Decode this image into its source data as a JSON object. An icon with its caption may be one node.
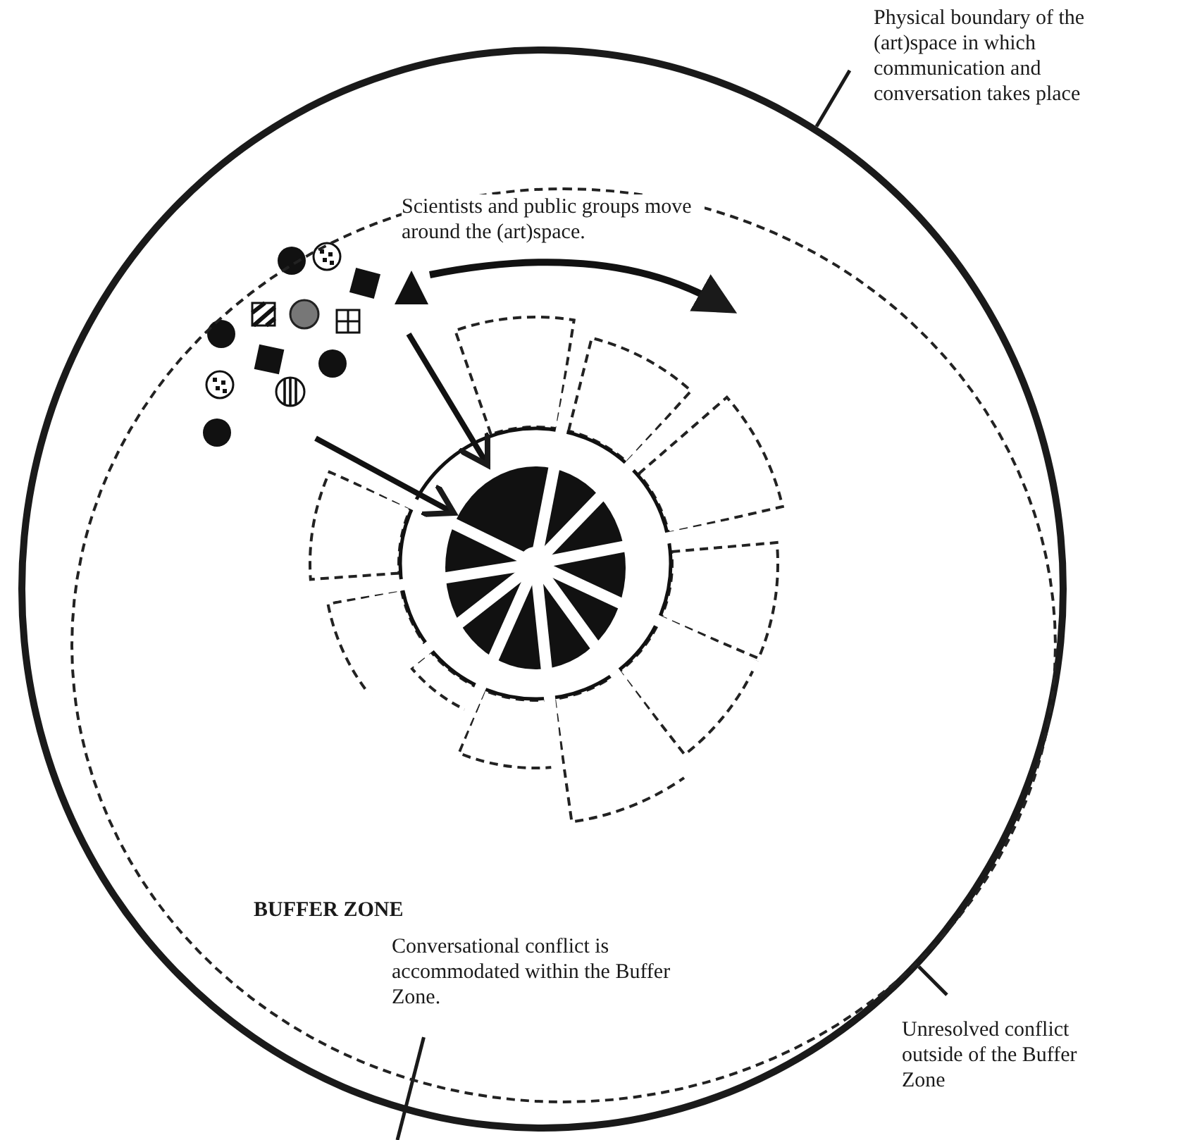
{
  "diagram": {
    "nodes": [
      {
        "text": [],
        "shape": "circle"
      },
      {
        "text": [
          "BUFFER ZONE",
          "Conversational conflict is accommodated within the Buffer Zone."
        ],
        "in": 0
      },
      {
        "text": [
          "Physical boundary of the (art)space in which communication and conversation takes place"
        ]
      },
      {
        "text": [
          "Unresolved conflict outside of the Buffer Zone"
        ]
      }
    ],
    "edges": [
      {
        "from": 2,
        "to": 0,
        "arrow": "none"
      },
      {
        "from": 3,
        "to": 0,
        "arrow": "none"
      },
      {
        "from": 1,
        "to": null,
        "arrow": "none"
      }
    ],
    "labels": [
      "Scientists and public groups move around the (art)space."
    ]
  }
}
